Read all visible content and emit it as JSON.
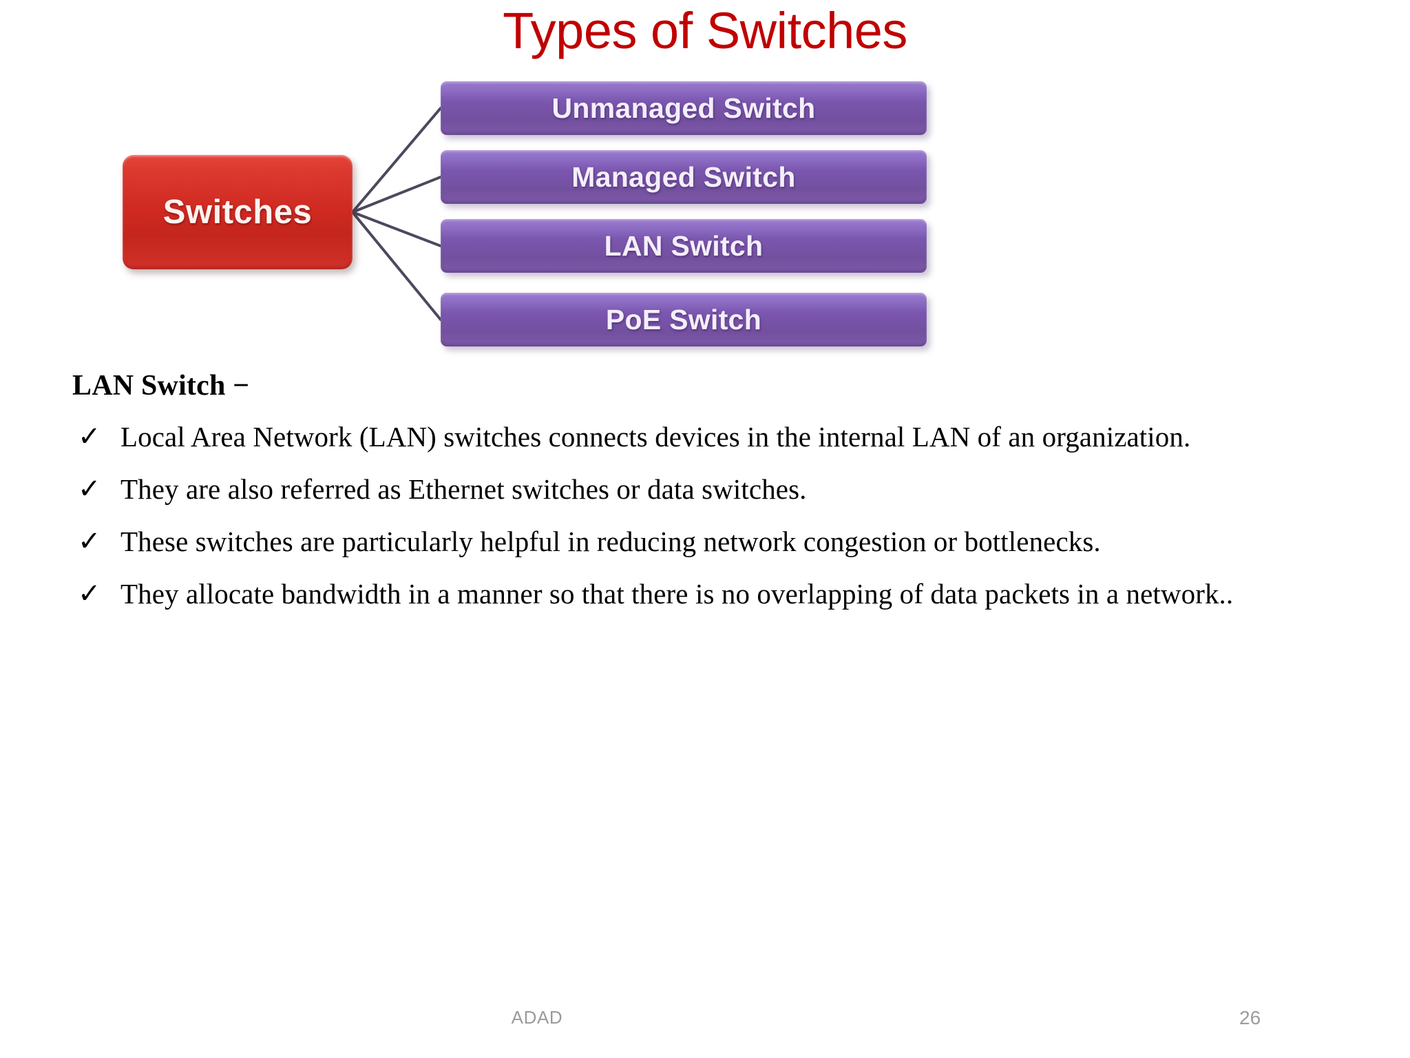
{
  "slide": {
    "title": "Types of Switches",
    "title_color": "#C00000",
    "background": "#FFFFFF"
  },
  "diagram": {
    "type": "fan-out-tree",
    "root": {
      "label": "Switches",
      "color": "#CC2B26"
    },
    "branches": [
      {
        "label": "Unmanaged Switch",
        "color": "#7A56AE"
      },
      {
        "label": "Managed Switch",
        "color": "#7A56AE"
      },
      {
        "label": "LAN Switch",
        "color": "#7A56AE"
      },
      {
        "label": "PoE Switch",
        "color": "#7A56AE"
      }
    ],
    "connector_color": "#4A4A5E"
  },
  "body": {
    "heading": "LAN Switch −",
    "bullet_glyph": "✓",
    "bullets": [
      "Local Area Network (LAN) switches connects devices in the internal LAN of an organization.",
      "They are also referred as Ethernet switches or data switches.",
      "These switches are particularly helpful in reducing network congestion or bottlenecks.",
      "They allocate bandwidth in a manner so that there is no overlapping of data packets in a network.."
    ]
  },
  "footer": {
    "center_text": "ADAD",
    "page_number": "26",
    "color": "#9B9B9B"
  }
}
